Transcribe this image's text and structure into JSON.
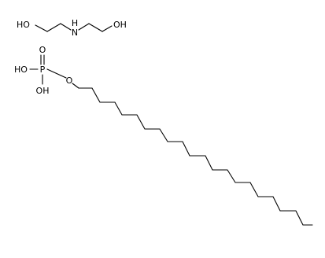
{
  "molecule_1": {
    "atoms": {
      "oh_left": "HO",
      "nitrogen": "N",
      "nh_hydrogen": "H",
      "oh_right": "OH"
    }
  },
  "molecule_2": {
    "atoms": {
      "oxo": "O",
      "phosphorus": "P",
      "hydroxyl_1": "HO",
      "hydroxyl_2": "OH",
      "ester_oxygen": "O"
    }
  },
  "colors": {
    "bond": "#000000",
    "label": "#000000",
    "background": "#ffffff"
  }
}
